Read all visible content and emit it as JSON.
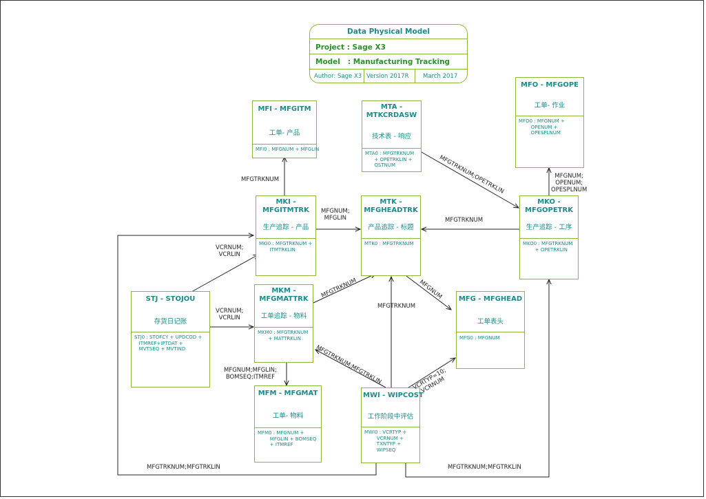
{
  "header": {
    "title": "Data Physical Model",
    "project": "Project : Sage X3",
    "model": "Model   : Manufacturing Tracking",
    "author": "Author: Sage X3",
    "version": "Version 2017R",
    "date": "March 2017"
  },
  "entities": {
    "mfi": {
      "name": "MFI - MFGITM",
      "desc": "工单- 产品",
      "key": "MFI0 : MFGNUM + MFGLIN"
    },
    "mta": {
      "name": "MTA -\nMTKCRDASW",
      "desc": "技术表 - 响应",
      "key": "MTA0 : MFGTRKNUM\n      + OPETRKLIN +\n      QSTNUM"
    },
    "mfo": {
      "name": "MFO - MFGOPE",
      "desc": "工单- 作业",
      "key": "MFO0 : MFGNUM +\n        OPENUM +\n        OPESPLNUM"
    },
    "mki": {
      "name": "MKI -\nMFGITMTRK",
      "desc": "生产追踪 - 产品",
      "key": "MKI0 : MFGTRKNUM +\n       ITMTRKLIN"
    },
    "mtk": {
      "name": "MTK -\nMFGHEADTRK",
      "desc": "产品追踪 - 标题",
      "key": "MTK0 : MFGTRKNUM"
    },
    "mko": {
      "name": "MKO -\nMFGOPETRK",
      "desc": "生产追踪 - 工序",
      "key": "MKO0 : MFGTRKNUM\n        + OPETRKLIN"
    },
    "stj": {
      "name": "STJ - STOJOU",
      "desc": "存货日记账",
      "key": "STJ0 : STOFCY + UPDCOD +\n   ITMREF+IPTDAT +\n   MVTSEQ + MVTIND"
    },
    "mkm": {
      "name": "MKM -\nMFGMATTRK",
      "desc": "工单追踪 - 物料",
      "key": "MKM0 : MFGTRKNUM\n       + MATTRKLIN"
    },
    "mfg": {
      "name": "MFG - MFGHEAD",
      "desc": "工单表头",
      "key": "MFG0 : MFGNUM"
    },
    "mfm": {
      "name": "MFM - MFGMAT",
      "desc": "工单- 物料",
      "key": "MFM0 : MFGNUM +\n        MFGLIN + BOMSEQ\n        + ITMREF"
    },
    "mwi": {
      "name": "MWI - WIPCOST",
      "desc": "工作阶段中评估",
      "key": "MWI0 : VCRTYP +\n        VCRNUM +\n        TXNTYP +\n        WIPSEQ"
    }
  },
  "links": {
    "mki_mfi": "MFGTRKNUM",
    "mki_mtk": "MFGNUM;\nMFGLIN",
    "mta_mko": "MFGTRKNUM;OPETRKLIN",
    "mko_mfo": "MFGNUM;\nOPENUM;\nOPESPLNUM",
    "mko_mtk": "MFGTRKNUM",
    "stj_mki": "VCRNUM;\nVCRLIN",
    "stj_mkm": "VCRNUM;\nVCRLIN",
    "mkm_mtk": "MFGTRKNUM",
    "mtk_mfg": "MFGNUM",
    "mwi_mtk": "MFGTRKNUM",
    "mwi_mkm": "MFGTRKNUM;MFGTRKLIN",
    "mwi_mfg": "VCRTYP=10;\nVCRNUM",
    "mkm_mfm": "MFGNUM;MFGLIN;\nBOMSEQ;ITMREF",
    "mwi_mki": "MFGTRKNUM;MFGTRKLIN",
    "mwi_mko": "MFGTRKNUM;MFGTRKLIN"
  }
}
